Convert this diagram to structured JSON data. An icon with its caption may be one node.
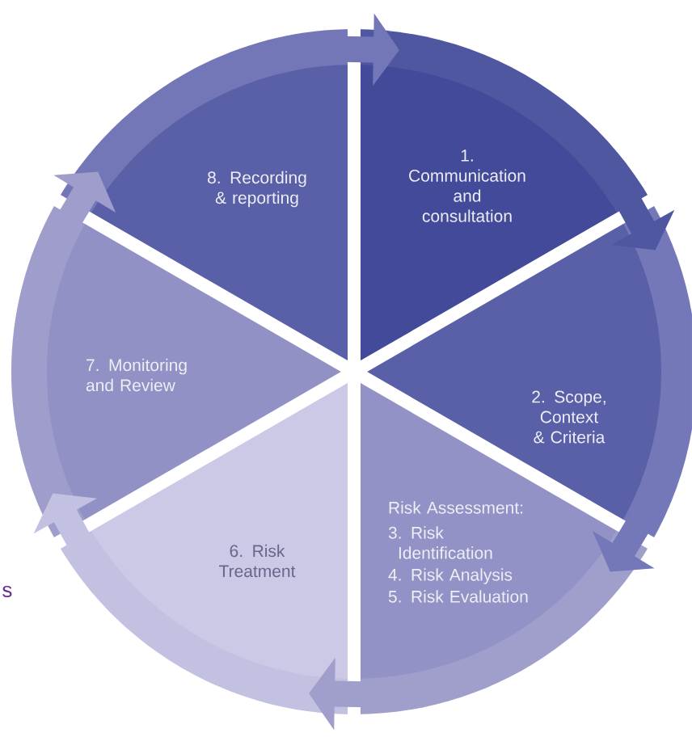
{
  "diagram": {
    "nodes": [
      {
        "text": [
          "1. Communication and consultation"
        ]
      },
      {
        "text": [
          "2. Scope, Context & Criteria"
        ]
      },
      {
        "text": [
          "Risk Assessment:",
          "3. Risk Identification",
          "4. Risk Analysis",
          "5. Risk Evaluation"
        ]
      },
      {
        "text": [
          "6. Risk Treatment"
        ]
      },
      {
        "text": [
          "7. Monitoring and Review"
        ]
      },
      {
        "text": [
          "8. Recording & reporting"
        ]
      }
    ],
    "edges": [
      {
        "from": 0,
        "to": 1,
        "arrow": "to",
        "color": "#4f57a1"
      },
      {
        "from": 1,
        "to": 2,
        "arrow": "to",
        "color": "#7477b8"
      },
      {
        "from": 2,
        "to": 3,
        "arrow": "to",
        "color": "#a09fcc"
      },
      {
        "from": 3,
        "to": 4,
        "arrow": "to",
        "color": "#c3c1e1"
      },
      {
        "from": 4,
        "to": 5,
        "arrow": "to",
        "color": "#9e9dcc"
      },
      {
        "from": 5,
        "to": 0,
        "arrow": "to",
        "color": "#7377b7"
      }
    ],
    "labels": [
      "s"
    ]
  }
}
